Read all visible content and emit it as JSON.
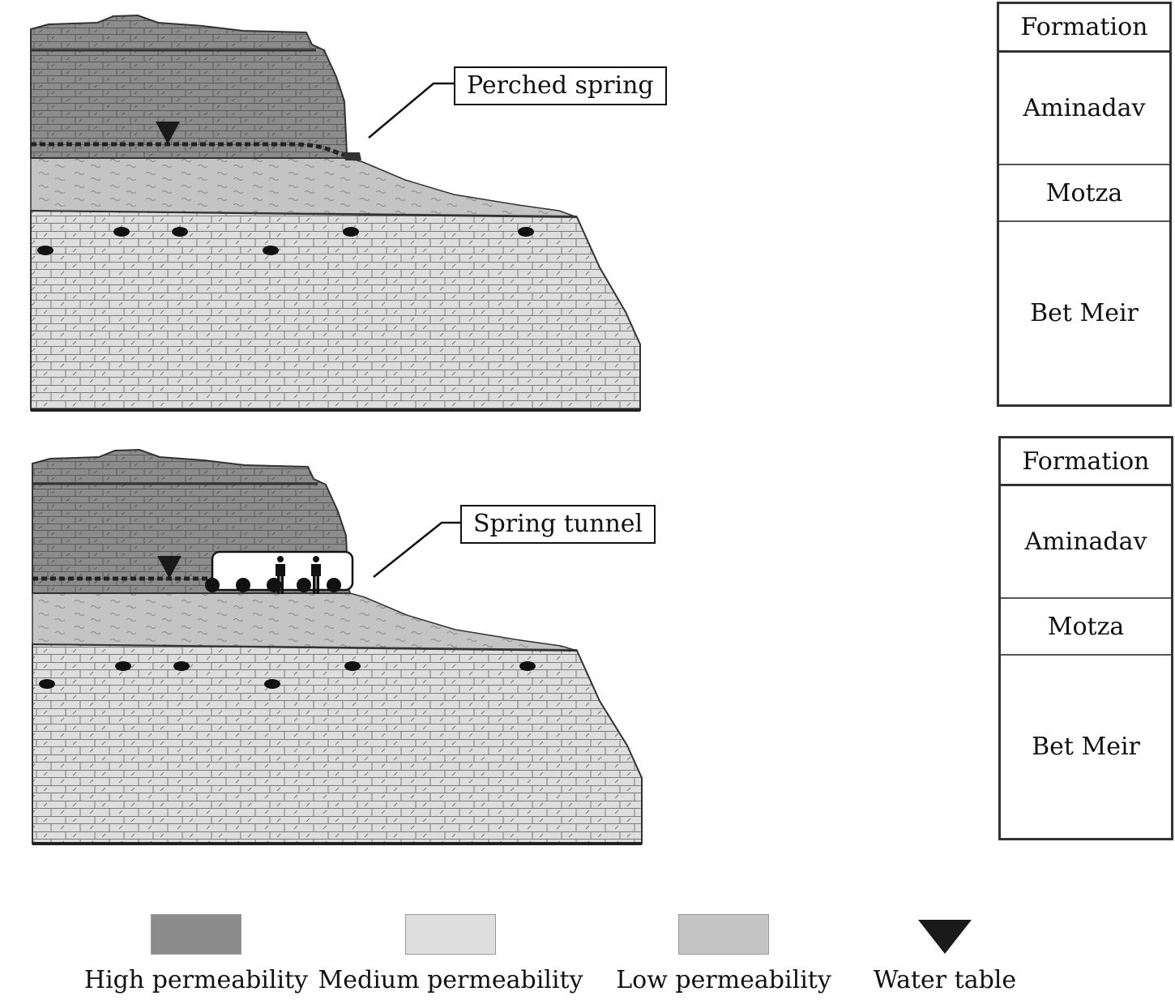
{
  "panels": [
    {
      "callout": "Perched spring"
    },
    {
      "callout": "Spring tunnel"
    }
  ],
  "formation_tables": [
    {
      "header": "Formation",
      "layers": [
        "Aminadav",
        "Motza",
        "Bet Meir"
      ]
    },
    {
      "header": "Formation",
      "layers": [
        "Aminadav",
        "Motza",
        "Bet Meir"
      ]
    }
  ],
  "legend": [
    {
      "label": "High permeability",
      "color": "#8c8c8c",
      "icon": "swatch"
    },
    {
      "label": "Medium permeability",
      "color": "#dedede",
      "icon": "swatch"
    },
    {
      "label": "Low permeability",
      "color": "#c4c4c4",
      "icon": "swatch"
    },
    {
      "label": "Water table",
      "color": "#1a1a1a",
      "icon": "water-table-icon"
    }
  ],
  "colors": {
    "high_permeability": "#8c8c8c",
    "medium_permeability": "#dedede",
    "low_permeability": "#c4c4c4",
    "outline": "#222222"
  }
}
